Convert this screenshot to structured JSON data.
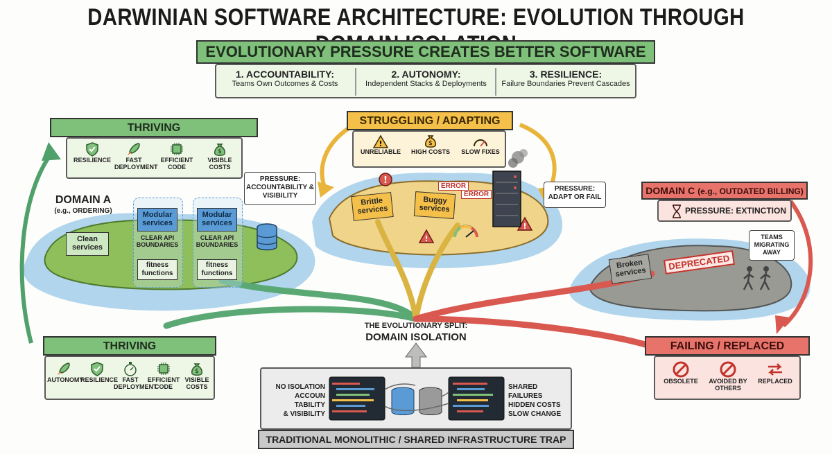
{
  "title": "DARWINIAN SOFTWARE ARCHITECTURE: EVOLUTION THROUGH DOMAIN ISOLATION",
  "pressure_banner": {
    "title": "EVOLUTIONARY PRESSURE CREATES BETTER SOFTWARE",
    "items": [
      {
        "heading": "1. ACCOUNTABILITY:",
        "sub": "Teams Own Outcomes & Costs"
      },
      {
        "heading": "2. AUTONOMY:",
        "sub": "Independent Stacks & Deployments"
      },
      {
        "heading": "3. RESILIENCE:",
        "sub": "Failure Boundaries Prevent Cascades"
      }
    ]
  },
  "thriving_top": {
    "label": "THRIVING",
    "traits": [
      {
        "icon": "shield-check-icon",
        "label": "RESILIENCE"
      },
      {
        "icon": "rocket-icon",
        "label": "FAST DEPLOYMENT"
      },
      {
        "icon": "chip-icon",
        "label": "EFFICIENT CODE"
      },
      {
        "icon": "money-bag-icon",
        "label": "VISIBLE COSTS"
      }
    ]
  },
  "struggling": {
    "label": "STRUGGLING / ADAPTING",
    "traits": [
      {
        "icon": "warning-icon",
        "label": "UNRELIABLE"
      },
      {
        "icon": "money-bag-icon",
        "label": "HIGH COSTS"
      },
      {
        "icon": "gauge-icon",
        "label": "SLOW FIXES"
      }
    ]
  },
  "domain_a": {
    "title": "DOMAIN A",
    "subtitle": "(e.g., ORDERING)",
    "clean_services": "Clean services",
    "modular_1": "Modular services",
    "modular_2": "Modular services",
    "api_1": "CLEAR API BOUNDARIES",
    "api_2": "CLEAR API BOUNDARIES",
    "fitness_1": "fitness functions",
    "fitness_2": "fitness functions",
    "pressure": "PRESSURE: ACCOUNTABILITY & VISIBILITY"
  },
  "domain_b": {
    "brittle": "Brittle services",
    "buggy": "Buggy services",
    "error_1": "ERROR",
    "error_2": "ERROR",
    "pressure": "PRESSURE: ADAPT OR FAIL"
  },
  "domain_c": {
    "title": "DOMAIN C",
    "subtitle": "(e.g., OUTDATED BILLING)",
    "pressure": "PRESSURE: EXTINCTION",
    "broken": "Broken services",
    "deprecated": "DEPRECATED",
    "teams": "TEAMS MIGRATING AWAY"
  },
  "thriving_bottom": {
    "label": "THRIVING",
    "traits": [
      {
        "icon": "rocket-icon",
        "label": "AUTONOMY"
      },
      {
        "icon": "shield-check-icon",
        "label": "RESILIENCE"
      },
      {
        "icon": "stopwatch-icon",
        "label": "FAST DEPLOYMENT"
      },
      {
        "icon": "chip-icon",
        "label": "EFFICIENT CODE"
      },
      {
        "icon": "money-bag-icon",
        "label": "VISIBLE COSTS"
      }
    ]
  },
  "failing": {
    "label": "FAILING / REPLACED",
    "traits": [
      {
        "icon": "prohibited-icon",
        "label": "OBSOLETE"
      },
      {
        "icon": "prohibited-icon",
        "label": "AVOIDED BY OTHERS"
      },
      {
        "icon": "swap-arrows-icon",
        "label": "REPLACED"
      }
    ]
  },
  "split": {
    "line1": "THE EVOLUTIONARY SPLIT:",
    "line2": "DOMAIN ISOLATION"
  },
  "monolith": {
    "left_lines": [
      "NO ISOLATION",
      "ACCOUN TABILITY",
      "& VISIBILITY"
    ],
    "right_lines": [
      "SHARED FAILURES",
      "HIDDEN COSTS",
      "SLOW CHANGE"
    ],
    "label": "TRADITIONAL MONOLITHIC / SHARED INFRASTRUCTURE TRAP"
  },
  "colors": {
    "green": "#7fc07a",
    "amber": "#f5c04a",
    "red": "#e8736a",
    "water": "#7cb9e2",
    "island_green": "#8fbf5a",
    "service_blue": "#5b9bd5"
  }
}
